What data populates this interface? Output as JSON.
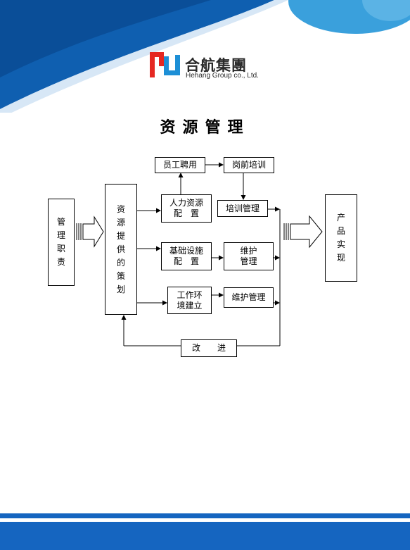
{
  "logo": {
    "name_cn": "合航集團",
    "name_en": "Hehang Group co., Ltd."
  },
  "title": "资源管理",
  "diagram": {
    "mgmt_duty": [
      "管",
      "理",
      "职",
      "责"
    ],
    "resource_strategy": [
      "资",
      "源",
      "提",
      "供",
      "的",
      "策",
      "划"
    ],
    "staff_hiring": "员工聘用",
    "pre_job_training": "岗前培训",
    "hr_allocation": "人力资源\n配　置",
    "training_mgmt": "培训管理",
    "infra_allocation": "基础设施\n配　置",
    "maintenance_1": "维护\n管理",
    "work_env": "工作环\n境建立",
    "maintenance_2": "维护管理",
    "improve": "改　　进",
    "product_realization": [
      "产",
      "品",
      "实",
      "现"
    ]
  },
  "colors": {
    "primary_blue": "#1565c0",
    "light_blue": "#3aa0dc",
    "logo_red": "#e52822",
    "logo_blue": "#1d8fd6"
  }
}
